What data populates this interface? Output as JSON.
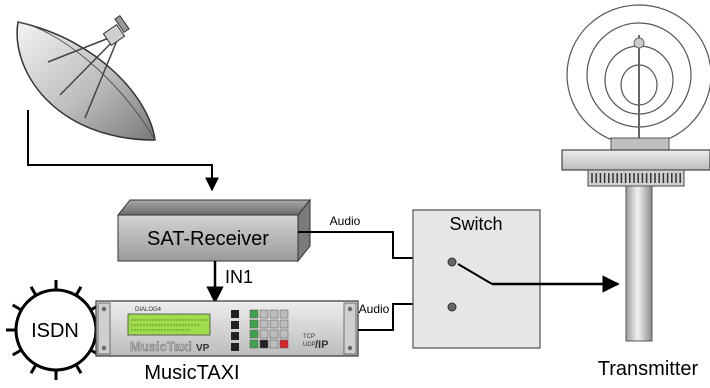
{
  "labels": {
    "sat_receiver": "SAT-Receiver",
    "in1": "IN1",
    "switch": "Switch",
    "audio_top": "Audio",
    "audio_bottom": "Audio",
    "isdn": "ISDN",
    "musictaxi_caption": "MusicTAXI",
    "transmitter": "Transmitter",
    "device_brand": "DIALOG4",
    "device_model": "MusicTaxi",
    "device_vp": "VP",
    "device_tcp": "TCP",
    "device_udp": "UDP",
    "device_ip": "/IP"
  },
  "colors": {
    "line": "#000000",
    "device_panel": "#d9d9d9",
    "lcd": "#9fdc4a",
    "keypad_green": "#3fa34d",
    "keypad_red": "#d9262b",
    "switch_box": "#e6e6e6"
  }
}
